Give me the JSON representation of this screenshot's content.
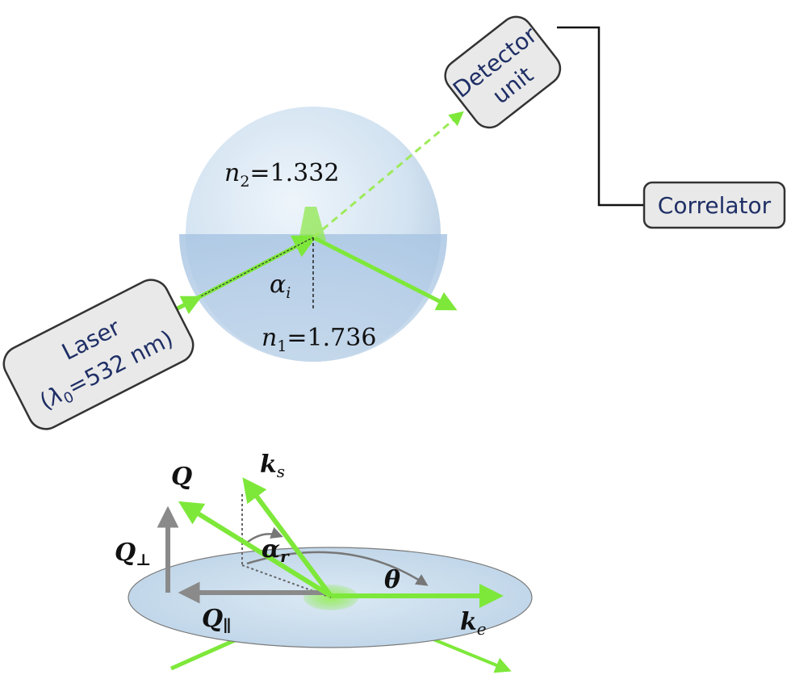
{
  "top_setup": {
    "laser": {
      "line1": "Laser",
      "line2_pre": "(",
      "lambda_symbol": "λ",
      "lambda_sub": "0",
      "line2_post": "=532 nm)"
    },
    "detector": {
      "line1": "Detector",
      "line2": "unit"
    },
    "correlator": {
      "label": "Correlator"
    },
    "n2": {
      "symbol": "n",
      "sub": "2",
      "value": "=1.332"
    },
    "n1": {
      "symbol": "n",
      "sub": "1",
      "value": "=1.736"
    },
    "angle_incidence": {
      "symbol": "α",
      "sub": "i"
    }
  },
  "vector_diagram": {
    "Q": "Q",
    "ks": {
      "symbol": "k",
      "sub": "s"
    },
    "ke": {
      "symbol": "k",
      "sub": "e"
    },
    "Q_perp": {
      "symbol": "Q",
      "sub": "⊥"
    },
    "Q_par": {
      "symbol": "Q",
      "sub": "∥"
    },
    "theta": "θ",
    "alpha_r": {
      "symbol": "α",
      "sub": "r"
    }
  },
  "colors": {
    "beam": "#7ee83a",
    "box_fill": "#e9e9e9",
    "box_text": "#1f2f66",
    "sphere": "#cfe0f0",
    "plane": "#c8ddee",
    "q_vectors": "#8a8a8a"
  }
}
